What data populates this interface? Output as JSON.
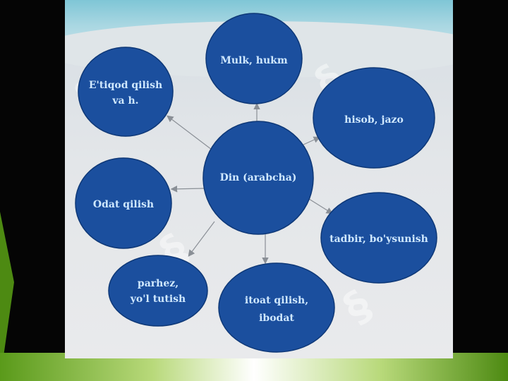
{
  "diagram": {
    "center": {
      "text": "Din (arabcha)"
    },
    "nodes": [
      {
        "id": "mulk",
        "lines": [
          "Mulk, hukm"
        ]
      },
      {
        "id": "hisob",
        "lines": [
          "hisob, jazo"
        ]
      },
      {
        "id": "tadbir",
        "lines": [
          "tadbir, bo'ysunish"
        ]
      },
      {
        "id": "itoat",
        "lines": [
          "itoat qilish,",
          "ibodat"
        ]
      },
      {
        "id": "parhez",
        "lines": [
          "parhez,",
          "yo'l tutish"
        ]
      },
      {
        "id": "odat",
        "lines": [
          "Odat qilish"
        ]
      },
      {
        "id": "etiqod",
        "lines": [
          "E'tiqod qilish",
          "va h."
        ]
      }
    ]
  },
  "colors": {
    "node_fill": "#1b4f9e",
    "node_stroke": "#0e3877",
    "node_text": "#cfe8ff",
    "arrow": "#8a8f96"
  }
}
